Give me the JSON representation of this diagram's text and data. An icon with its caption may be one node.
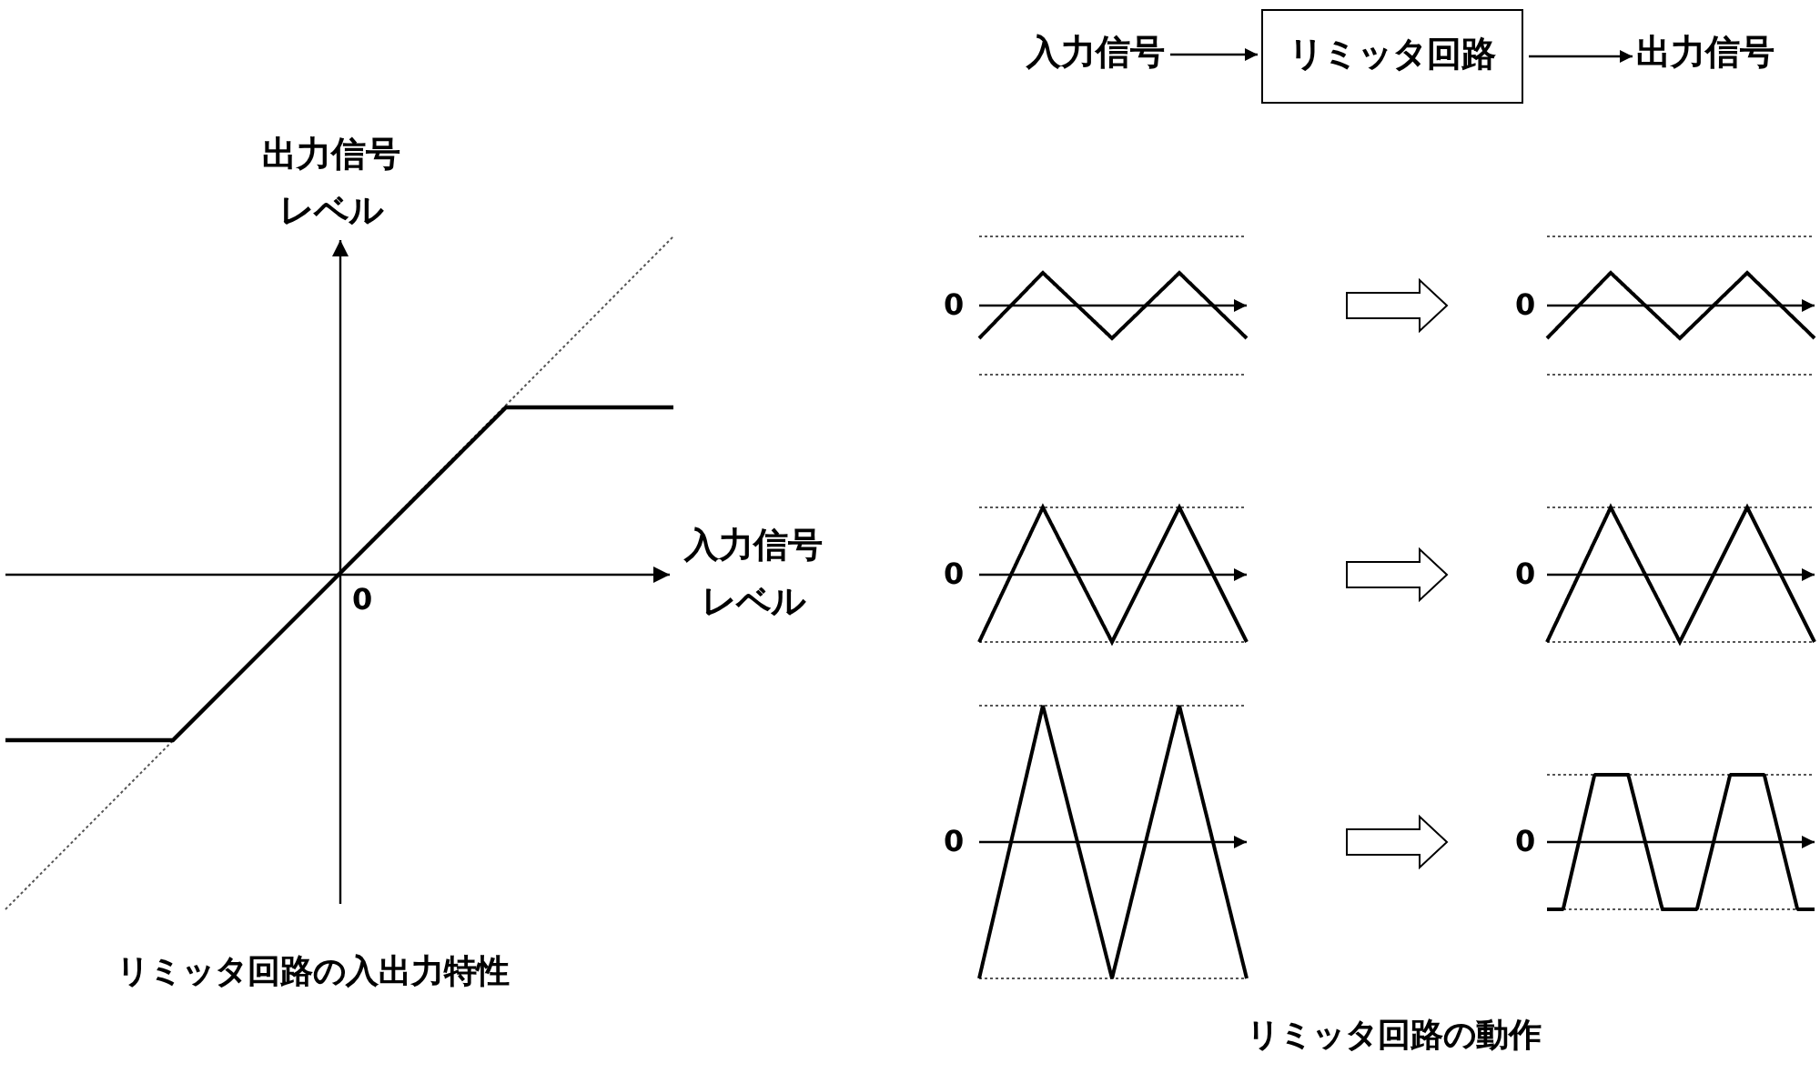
{
  "diagram": {
    "nodes": [
      {
        "text": [
          "入力信号"
        ]
      },
      {
        "text": [
          "リミッタ回路"
        ]
      },
      {
        "text": [
          "出力信号"
        ]
      }
    ],
    "edges": [
      {
        "from": 0,
        "to": 1,
        "arrow": "to"
      },
      {
        "from": 1,
        "to": 2,
        "arrow": "to"
      }
    ],
    "labels": [
      "出力信号レベル",
      "入力信号レベル",
      "0",
      "リミッタ回路の入出力特性",
      "0",
      "0",
      "0",
      "0",
      "0",
      "0",
      "リミッタ回路の動作"
    ]
  }
}
